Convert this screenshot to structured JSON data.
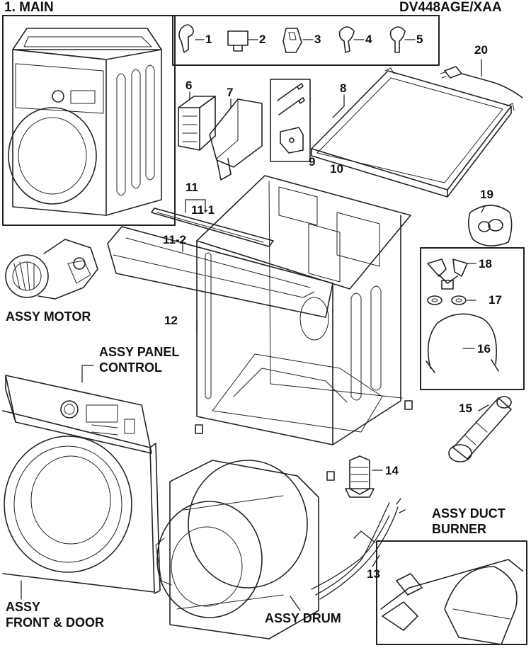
{
  "header": {
    "title": "1. MAIN",
    "model": "DV448AGE/XAA"
  },
  "labels": {
    "assy_motor": "ASSY MOTOR",
    "assy_panel_control_1": "ASSY PANEL",
    "assy_panel_control_2": "CONTROL",
    "assy_front_door_1": "ASSY",
    "assy_front_door_2": "FRONT & DOOR",
    "assy_drum": "ASSY DRUM",
    "assy_duct_burner_1": "ASSY DUCT",
    "assy_duct_burner_2": "BURNER"
  },
  "part_numbers": {
    "p1": "1",
    "p2": "2",
    "p3": "3",
    "p4": "4",
    "p5": "5",
    "p6": "6",
    "p7": "7",
    "p8": "8",
    "p9": "9",
    "p10": "10",
    "p11": "11",
    "p11_1": "11-1",
    "p11_2": "11-2",
    "p12": "12",
    "p13": "13",
    "p14": "14",
    "p15": "15",
    "p16": "16",
    "p17": "17",
    "p18": "18",
    "p19": "19",
    "p20": "20"
  },
  "colors": {
    "line": "#222222",
    "background": "#ffffff"
  }
}
